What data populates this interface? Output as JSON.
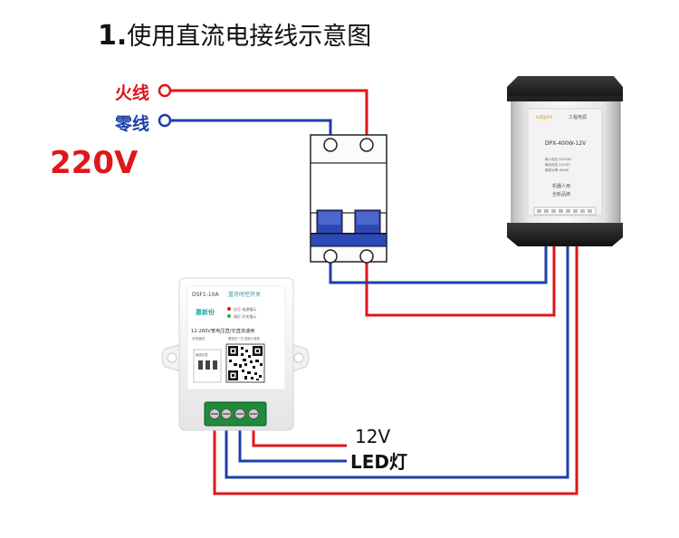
{
  "title": {
    "number": "1.",
    "text": "使用直流电接线示意图"
  },
  "wires": {
    "live_label": "火线",
    "neutral_label": "零线",
    "voltage": "220V",
    "dc_label": "12V",
    "load_label": "LED灯"
  },
  "power_supply": {
    "brand": "sdgoo",
    "top_text": "工程电源",
    "model": "DPX-400W-12V",
    "spec_lines": [
      "输入电压:220VAC",
      "输出电压:12VDC",
      "额定功率:400W"
    ],
    "slogan_lines": [
      "机器人用",
      "全新品牌"
    ]
  },
  "switch_module": {
    "model": "DSF1-10A",
    "name": "蓝牙时控开关",
    "brand": "惠新份",
    "indicator_lines": [
      "红灯 电源指示",
      "绿灯 开关指示"
    ],
    "voltage_line": "12-260V宽电压直/交直流通用",
    "note_line": "手机遥控",
    "scan_hint": "微信扫一扫 复制小程序",
    "small_lines": [
      "接线示意"
    ]
  },
  "colors": {
    "live": "#e0161b",
    "neutral": "#1d3fa6"
  }
}
